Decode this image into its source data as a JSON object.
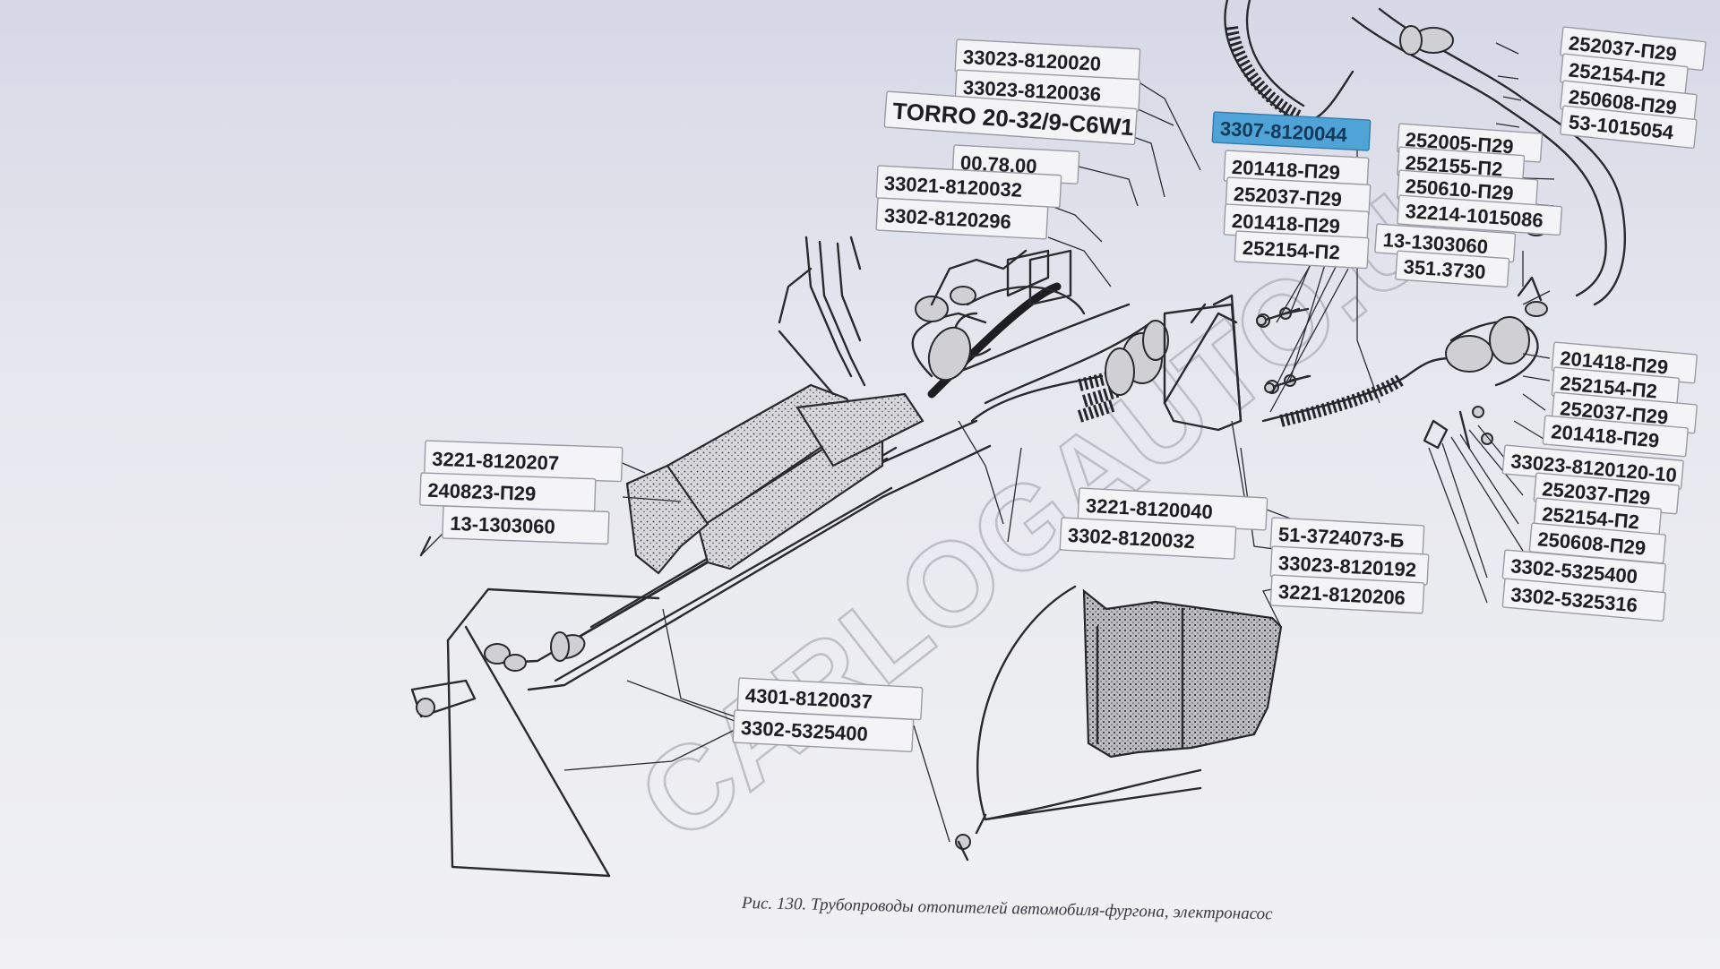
{
  "figure": {
    "caption": "Рис. 130. Трубопроводы отопителей автомобиля-фургона, электронасос",
    "watermark": "CARLOGAUTO.UA"
  },
  "labels": [
    {
      "id": "p01",
      "text": "33023-8120020"
    },
    {
      "id": "p02",
      "text": "33023-8120036"
    },
    {
      "id": "p03",
      "text": "TORRO 20-32/9-C6W1"
    },
    {
      "id": "p04",
      "text": "00.78.00"
    },
    {
      "id": "p05",
      "text": "33021-8120032"
    },
    {
      "id": "p06",
      "text": "3302-8120296"
    },
    {
      "id": "p07",
      "text": "3307-8120044",
      "highlighted": true
    },
    {
      "id": "p08",
      "text": "201418-П29"
    },
    {
      "id": "p09",
      "text": "252037-П29"
    },
    {
      "id": "p10",
      "text": "201418-П29"
    },
    {
      "id": "p11",
      "text": "252154-П2"
    },
    {
      "id": "p12",
      "text": "252037-П29"
    },
    {
      "id": "p13",
      "text": "252154-П2"
    },
    {
      "id": "p14",
      "text": "250608-П29"
    },
    {
      "id": "p15",
      "text": "53-1015054"
    },
    {
      "id": "p16",
      "text": "252005-П29"
    },
    {
      "id": "p17",
      "text": "252155-П2"
    },
    {
      "id": "p18",
      "text": "250610-П29"
    },
    {
      "id": "p19",
      "text": "32214-1015086"
    },
    {
      "id": "p20",
      "text": "13-1303060"
    },
    {
      "id": "p21",
      "text": "351.3730"
    },
    {
      "id": "p22",
      "text": "201418-П29"
    },
    {
      "id": "p23",
      "text": "252154-П2"
    },
    {
      "id": "p24",
      "text": "252037-П29"
    },
    {
      "id": "p25",
      "text": "201418-П29"
    },
    {
      "id": "p26",
      "text": "33023-8120120-10"
    },
    {
      "id": "p27",
      "text": "252037-П29"
    },
    {
      "id": "p28",
      "text": "252154-П2"
    },
    {
      "id": "p29",
      "text": "250608-П29"
    },
    {
      "id": "p30",
      "text": "3302-5325400"
    },
    {
      "id": "p31",
      "text": "3302-5325316"
    },
    {
      "id": "p32",
      "text": "3221-8120207"
    },
    {
      "id": "p33",
      "text": "240823-П29"
    },
    {
      "id": "p34",
      "text": "13-1303060"
    },
    {
      "id": "p35",
      "text": "3221-8120040"
    },
    {
      "id": "p36",
      "text": "3302-8120032"
    },
    {
      "id": "p37",
      "text": "51-3724073-Б"
    },
    {
      "id": "p38",
      "text": "33023-8120192"
    },
    {
      "id": "p39",
      "text": "3221-8120206"
    },
    {
      "id": "p40",
      "text": "4301-8120037"
    },
    {
      "id": "p41",
      "text": "3302-5325400"
    }
  ]
}
